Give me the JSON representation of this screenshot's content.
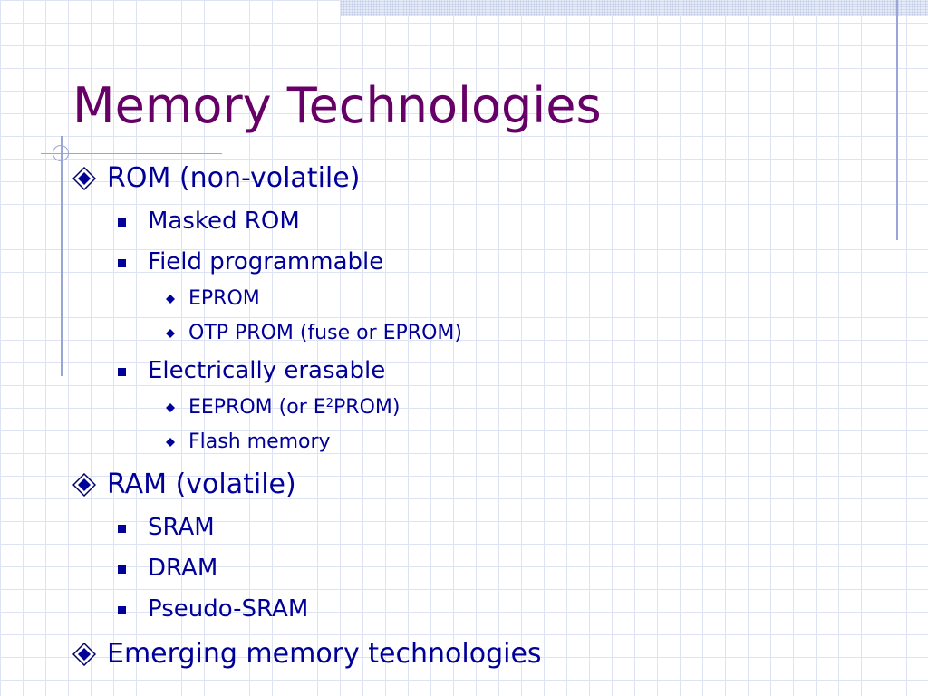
{
  "slide": {
    "title": "Memory Technologies",
    "colors": {
      "title": "#660066",
      "body": "#000099",
      "grid": "#dde3f2",
      "accent_lines": "#9aa6d6"
    },
    "bullets": {
      "rom": "ROM (non-volatile)",
      "masked_rom": "Masked ROM",
      "field_programmable": "Field programmable",
      "eprom": "EPROM",
      "otp_prom": "OTP PROM (fuse or EPROM)",
      "electrically_erasable": "Electrically erasable",
      "eeprom": {
        "pre": "EEPROM (or E",
        "sup": "2",
        "post": "PROM)"
      },
      "flash": "Flash memory",
      "ram": "RAM (volatile)",
      "sram": "SRAM",
      "dram": "DRAM",
      "pseudo_sram": "Pseudo-SRAM",
      "emerging": "Emerging memory technologies"
    },
    "icons": {
      "level1": "diamond-bullet-icon",
      "level2": "square-bullet-icon",
      "level3": "small-diamond-bullet-icon"
    }
  }
}
